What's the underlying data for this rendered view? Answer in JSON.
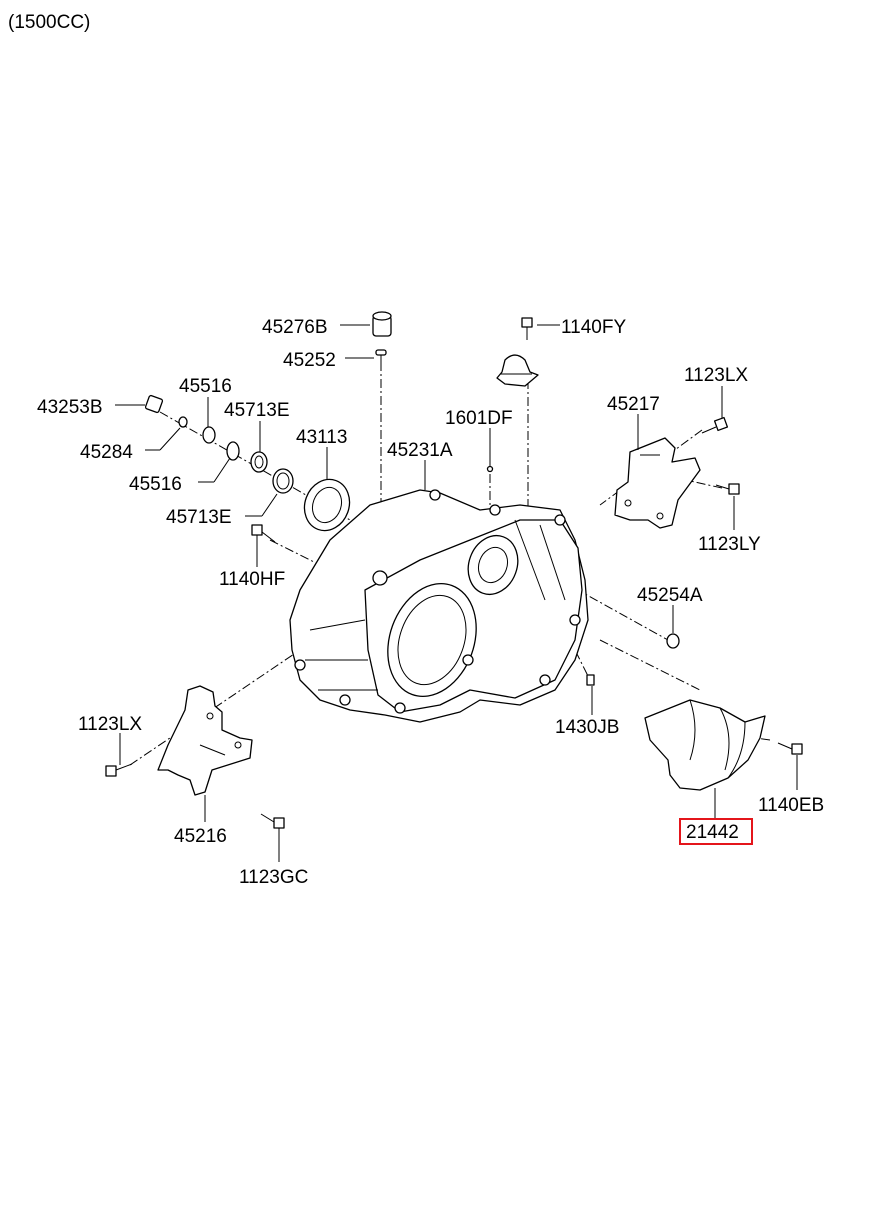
{
  "header": {
    "title": "(1500CC)"
  },
  "labels": {
    "p45276B": "45276B",
    "p45252": "45252",
    "p1140FY": "1140FY",
    "p43253B": "43253B",
    "p45516a": "45516",
    "p45713Ea": "45713E",
    "p45284": "45284",
    "p43113": "43113",
    "p45231A": "45231A",
    "p1601DF": "1601DF",
    "p45217": "45217",
    "p1123LXa": "1123LX",
    "p1123LY": "1123LY",
    "p45516b": "45516",
    "p45713Eb": "45713E",
    "p1140HF": "1140HF",
    "p45254A": "45254A",
    "p1123LXb": "1123LX",
    "p1430JB": "1430JB",
    "p1140EB": "1140EB",
    "p45216": "45216",
    "p21442": "21442",
    "p1123GC": "1123GC"
  },
  "highlight": {
    "part": "21442",
    "color": "#e4151b"
  }
}
